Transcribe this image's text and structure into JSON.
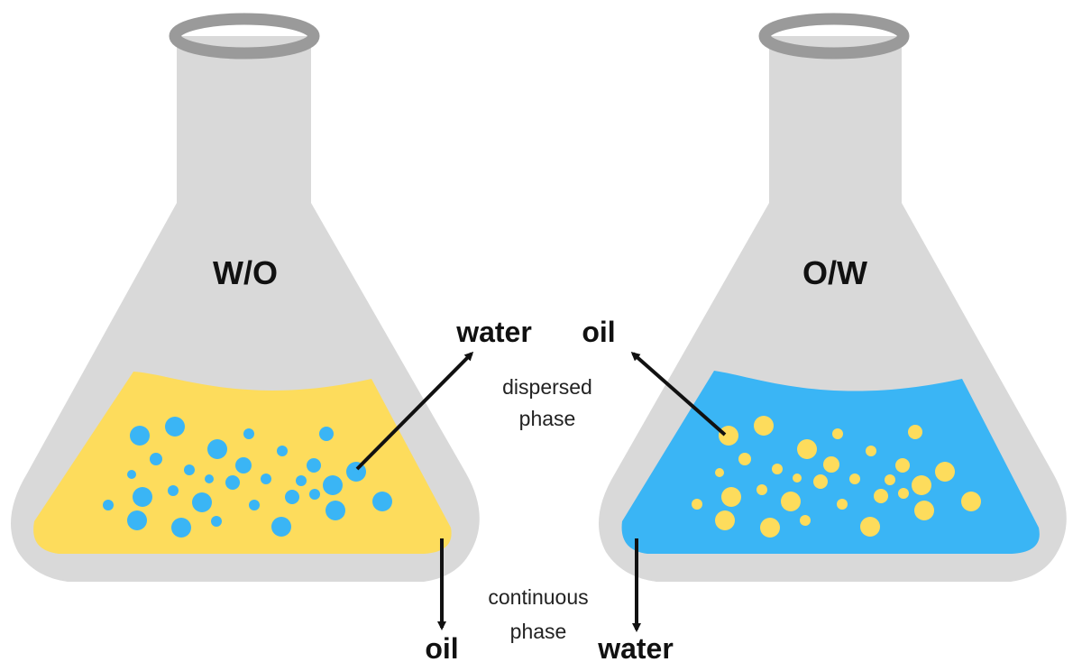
{
  "colors": {
    "glass": "#d9d9d9",
    "rim": "#9a9a9a",
    "oil": "#fddc5c",
    "water": "#3ab5f5",
    "arrow": "#111111"
  },
  "flasks": {
    "left": {
      "title": "W/O",
      "liquid": "oil",
      "droplets": "water"
    },
    "right": {
      "title": "O/W",
      "liquid": "water",
      "droplets": "oil"
    }
  },
  "labels": {
    "dispersed_left": "water",
    "dispersed_right": "oil",
    "dispersed_phase_line1": "dispersed",
    "dispersed_phase_line2": "phase",
    "continuous_left": "oil",
    "continuous_right": "water",
    "continuous_phase_line1": "continuous",
    "continuous_phase_line2": "phase"
  }
}
